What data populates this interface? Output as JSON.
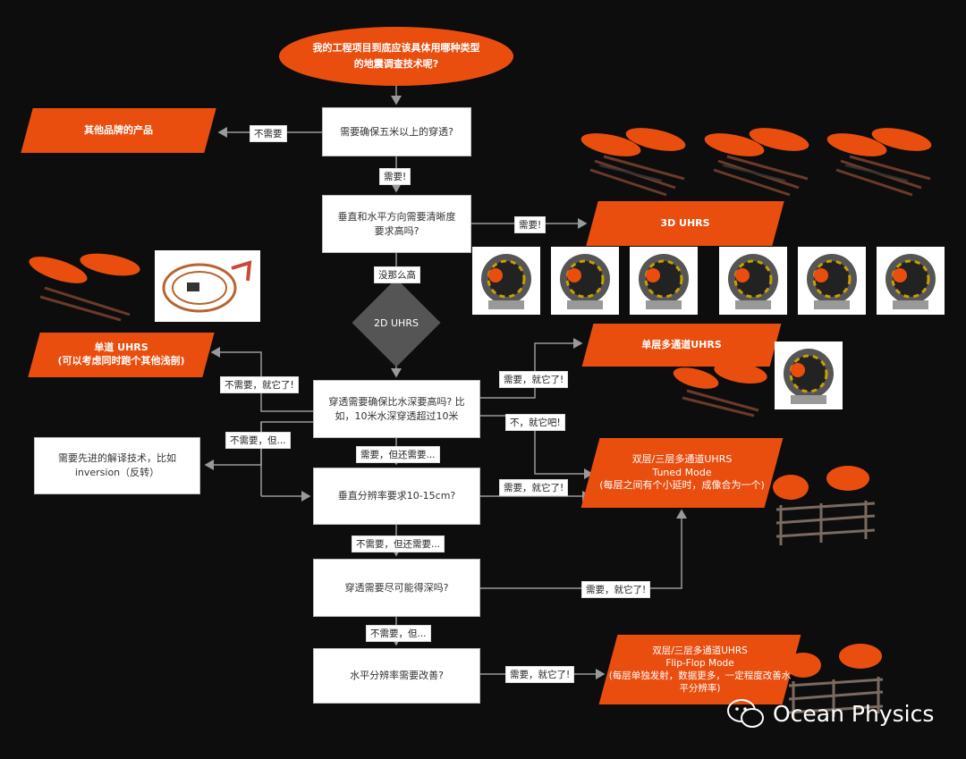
{
  "start": "我的工程项目到底应该具体用哪种类型的地震调查技术呢?",
  "q1": "需要确保五米以上的穿透?",
  "q2": "垂直和水平方向需要清晰度要求高吗?",
  "decision": "2D UHRS",
  "q3": "穿透需要确保比水深要高吗? 比如，10米水深穿透超过10米",
  "q4": "垂直分辨率要求10-15cm?",
  "q5": "穿透需要尽可能得深吗?",
  "q6": "水平分辨率需要改善?",
  "note_box": "需要先进的解译技术，比如 inversion（反转）",
  "out_other": "其他品牌的产品",
  "out_3d": "3D UHRS",
  "out_single": "单道 UHRS\n(可以考虑同时跑个其他浅剖)",
  "out_single_multi": "单层多通道UHRS",
  "out_tuned": "双层/三层多通道UHRS\nTuned Mode\n(每层之间有个小延时，成像合为一个)",
  "out_flip": "双层/三层多通道UHRS\nFlip-Flop Mode\n(每层单独发射，数据更多，一定程度改善水平分辨率)",
  "labels": {
    "no1": "不需要",
    "yes1": "需要!",
    "yes_3d": "需要!",
    "not_that_high": "没那么高",
    "no_enough": "不需要，就它了!",
    "yes_enough1": "需要，就它了!",
    "no_but": "不需要，但...",
    "no_then": "不，就它吧!",
    "yes_but_also": "需要，但还需要...",
    "yes_enough2": "需要，就它了!",
    "no_but_also": "不需要，但还需要...",
    "yes_enough3": "需要，就它了!",
    "no_but2": "不需要，但...",
    "yes_enough4": "需要，就它了!"
  },
  "watermark": "Ocean Physics",
  "colors": {
    "accent": "#e94e0f",
    "background": "#0d0d0d",
    "decision": "#555555"
  }
}
